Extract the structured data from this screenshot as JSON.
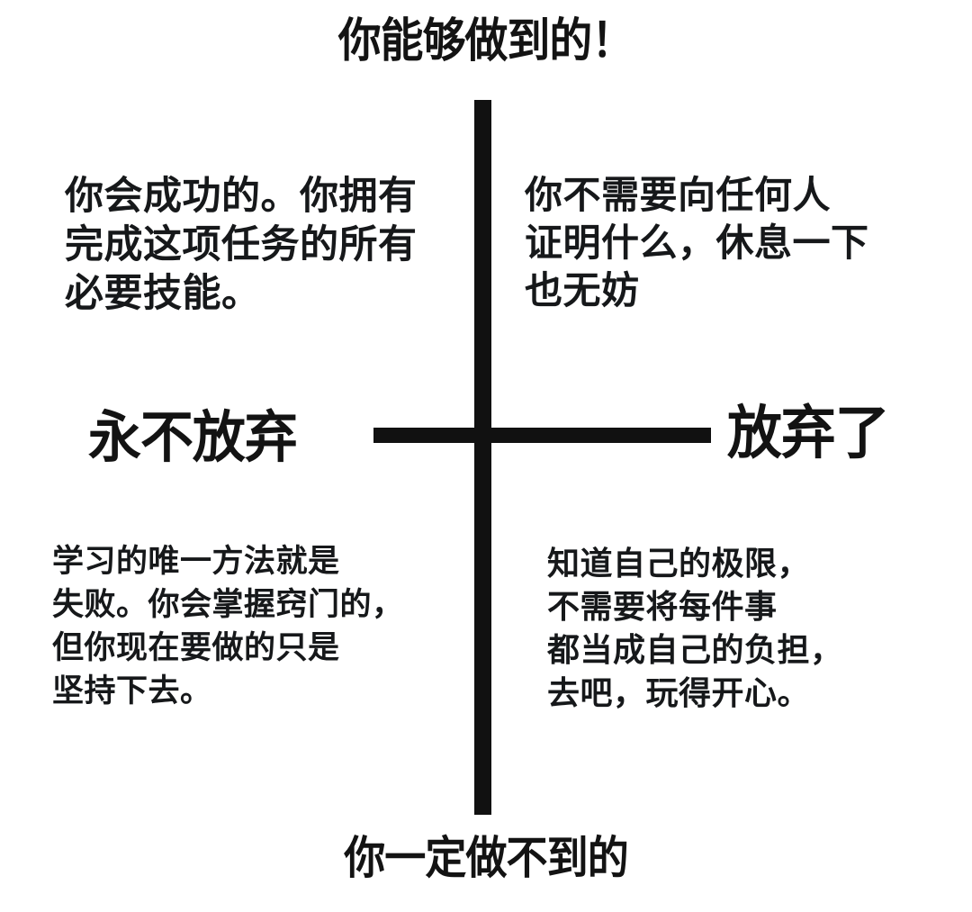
{
  "diagram": {
    "type": "quadrant-chart",
    "background_color": "#ffffff",
    "axis_color": "#111111",
    "text_color": "#16181a",
    "axes": {
      "vertical_top_label": "你能够做到的！",
      "vertical_bottom_label": "你一定做不到的",
      "horizontal_left_label": "永不放弃",
      "horizontal_right_label": "放弃了"
    },
    "quadrants": {
      "top_left": {
        "position": "top-left",
        "axis_meaning": "你能够做到的 / 永不放弃",
        "lines": [
          "你会成功的。你拥有",
          "完成这项任务的所有",
          "必要技能。"
        ]
      },
      "top_right": {
        "position": "top-right",
        "axis_meaning": "你能够做到的 / 放弃了",
        "lines": [
          "你不需要向任何人",
          "证明什么，休息一下",
          "也无妨"
        ]
      },
      "bottom_left": {
        "position": "bottom-left",
        "axis_meaning": "你一定做不到的 / 永不放弃",
        "lines": [
          "学习的唯一方法就是",
          "失败。你会掌握窍门的，",
          "但你现在要做的只是",
          "坚持下去。"
        ]
      },
      "bottom_right": {
        "position": "bottom-right",
        "axis_meaning": "你一定做不到的 / 放弃了",
        "lines": [
          "知道自己的极限，",
          "不需要将每件事",
          "都当成自己的负担，",
          "去吧，玩得开心。"
        ]
      }
    }
  }
}
